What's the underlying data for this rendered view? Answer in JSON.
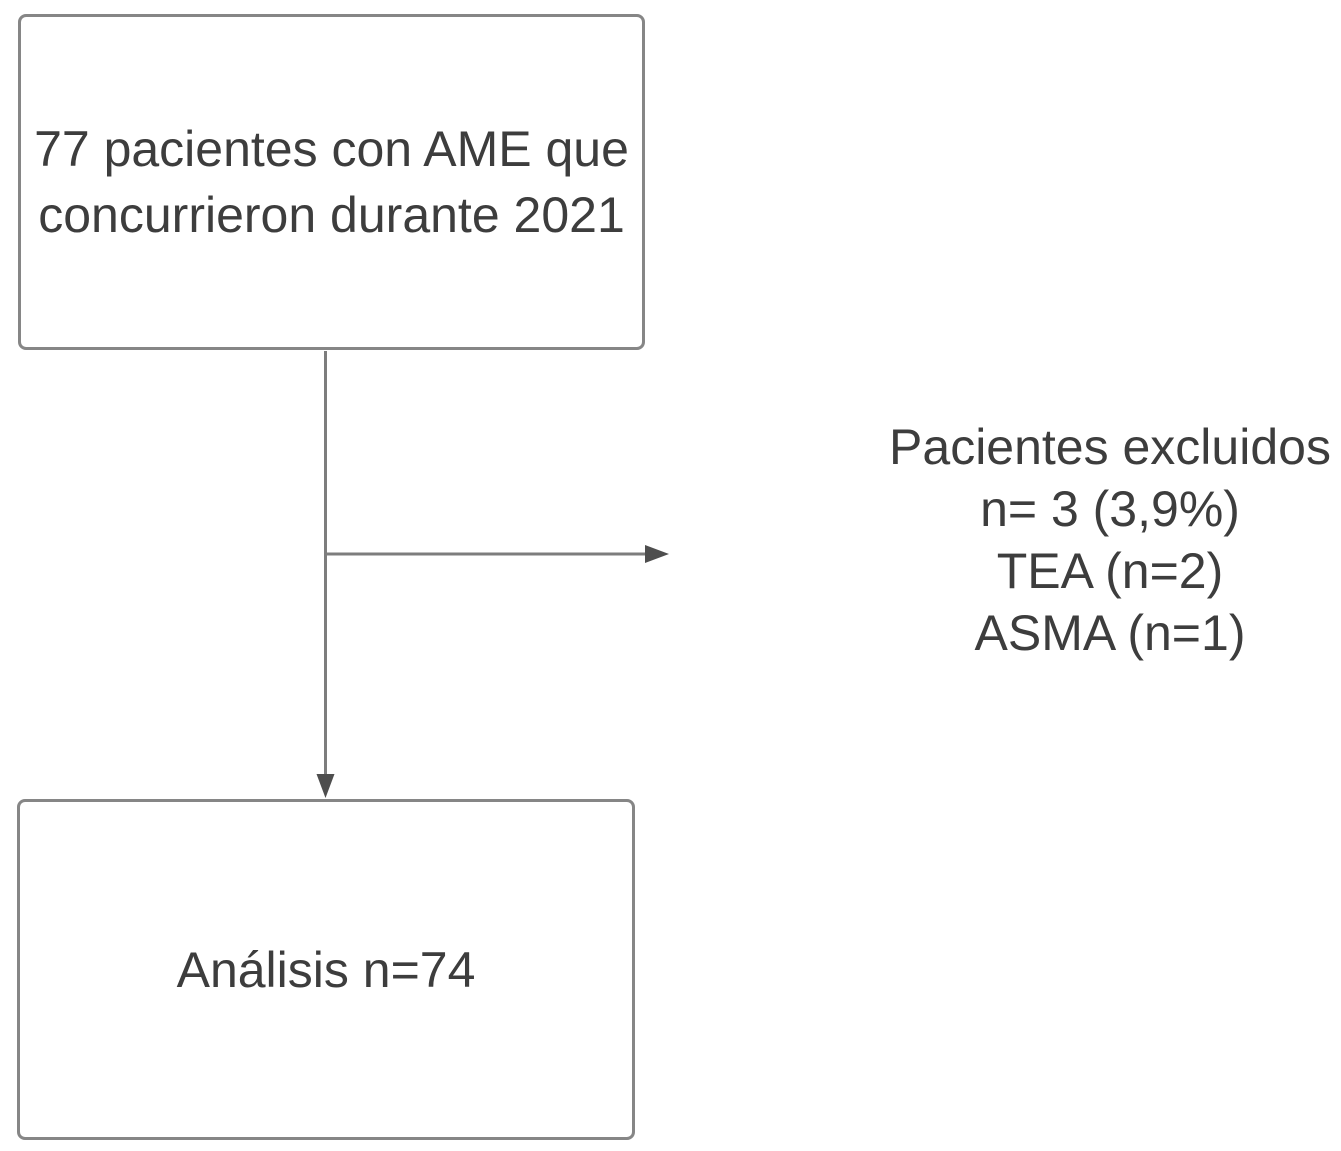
{
  "diagram": {
    "type": "patient-flowchart",
    "colors": {
      "bg": "#ffffff",
      "border": "#868686",
      "line": "#7d7d7d",
      "arrow": "#4e4e4e",
      "text": "#3d3d3d"
    },
    "nodes": {
      "enrollment": {
        "lines": [
          "77 pacientes con AME que",
          "concurrieron durante 2021"
        ]
      },
      "excluded": {
        "lines": [
          "Pacientes excluidos",
          "n= 3 (3,9%)",
          "TEA (n=2)",
          "ASMA (n=1)"
        ]
      },
      "analysis": {
        "label": "Análisis n=74"
      }
    },
    "edges": [
      {
        "from": "enrollment",
        "to": "analysis",
        "direction": "down"
      },
      {
        "from": "enrollment-connector",
        "to": "excluded",
        "direction": "right"
      }
    ]
  }
}
